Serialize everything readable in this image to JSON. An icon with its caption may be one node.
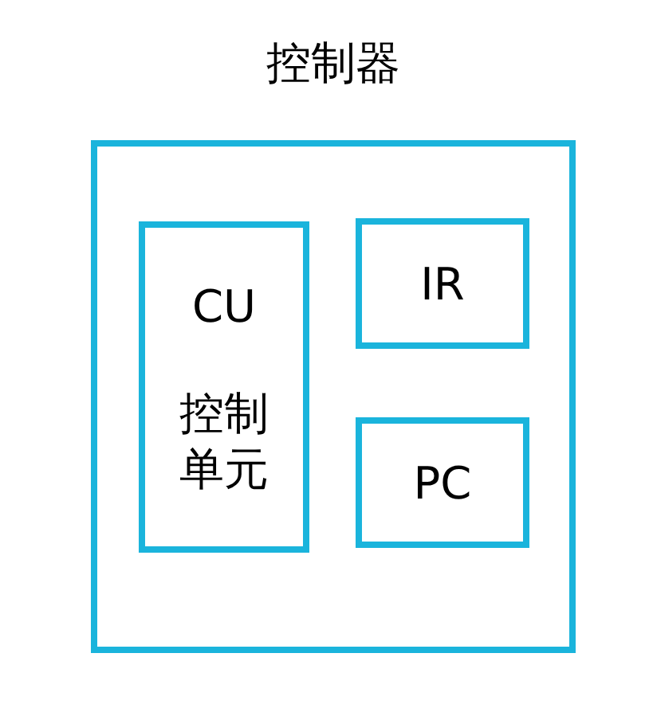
{
  "diagram": {
    "nodes": [
      {
        "text": [
          "控制器"
        ]
      },
      {
        "text": [
          "CU",
          "控制单元"
        ],
        "in": 0
      },
      {
        "text": [
          "IR"
        ],
        "in": 0
      },
      {
        "text": [
          "PC"
        ],
        "in": 0
      }
    ],
    "edges": []
  }
}
